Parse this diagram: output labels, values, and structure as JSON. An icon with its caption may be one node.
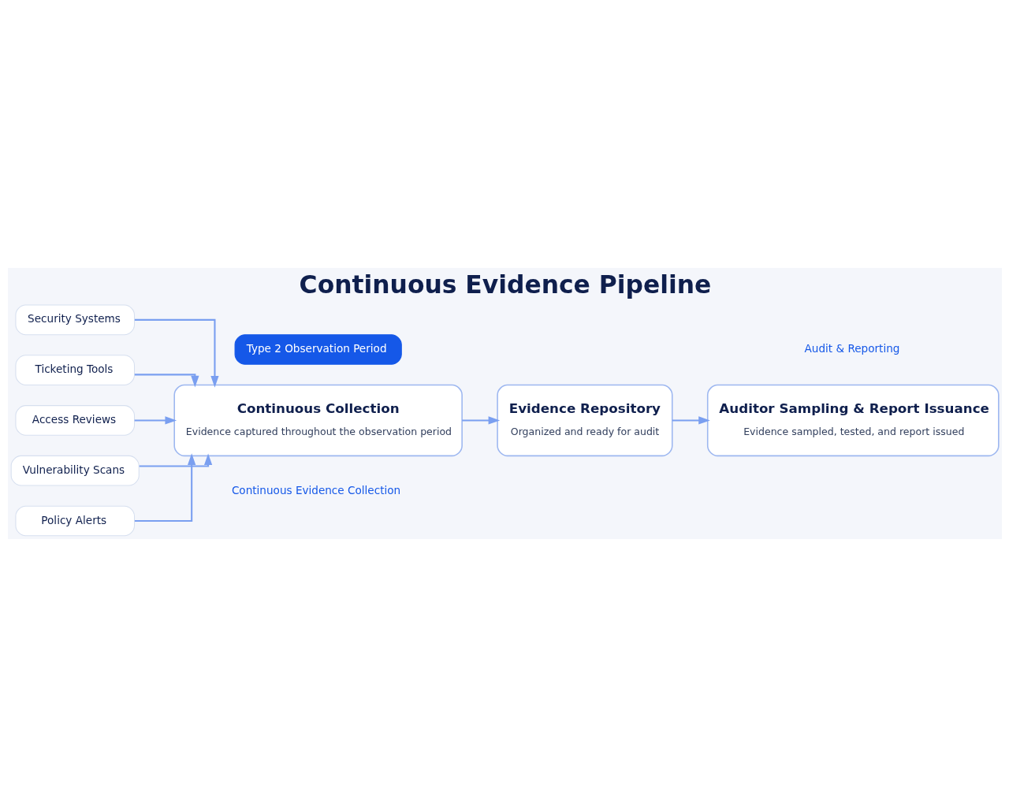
{
  "diagram": {
    "title": "Continuous Evidence Pipeline",
    "nodes": [
      {
        "text": [
          "Security Systems"
        ]
      },
      {
        "text": [
          "Ticketing Tools"
        ]
      },
      {
        "text": [
          "Access Reviews"
        ]
      },
      {
        "text": [
          "Vulnerability Scans"
        ]
      },
      {
        "text": [
          "Policy Alerts"
        ]
      },
      {
        "text": [
          "Type 2 Observation Period"
        ]
      },
      {
        "text": [
          "Continuous Collection",
          "Evidence captured throughout the observation period"
        ]
      },
      {
        "text": [
          "Evidence Repository",
          "Organized and ready for audit"
        ]
      },
      {
        "text": [
          "Auditor Sampling & Report Issuance",
          "Evidence sampled, tested, and report issued"
        ]
      }
    ],
    "edges": [
      {
        "from": 0,
        "to": 6,
        "arrow": "to"
      },
      {
        "from": 1,
        "to": 6,
        "arrow": "to"
      },
      {
        "from": 2,
        "to": 6,
        "arrow": "to"
      },
      {
        "from": 3,
        "to": 6,
        "arrow": "to"
      },
      {
        "from": 4,
        "to": 6,
        "arrow": "to"
      },
      {
        "from": 6,
        "to": 7,
        "arrow": "to"
      },
      {
        "from": 7,
        "to": 8,
        "arrow": "to"
      }
    ],
    "labels": [
      "Continuous Evidence Collection",
      "Audit & Reporting"
    ]
  }
}
